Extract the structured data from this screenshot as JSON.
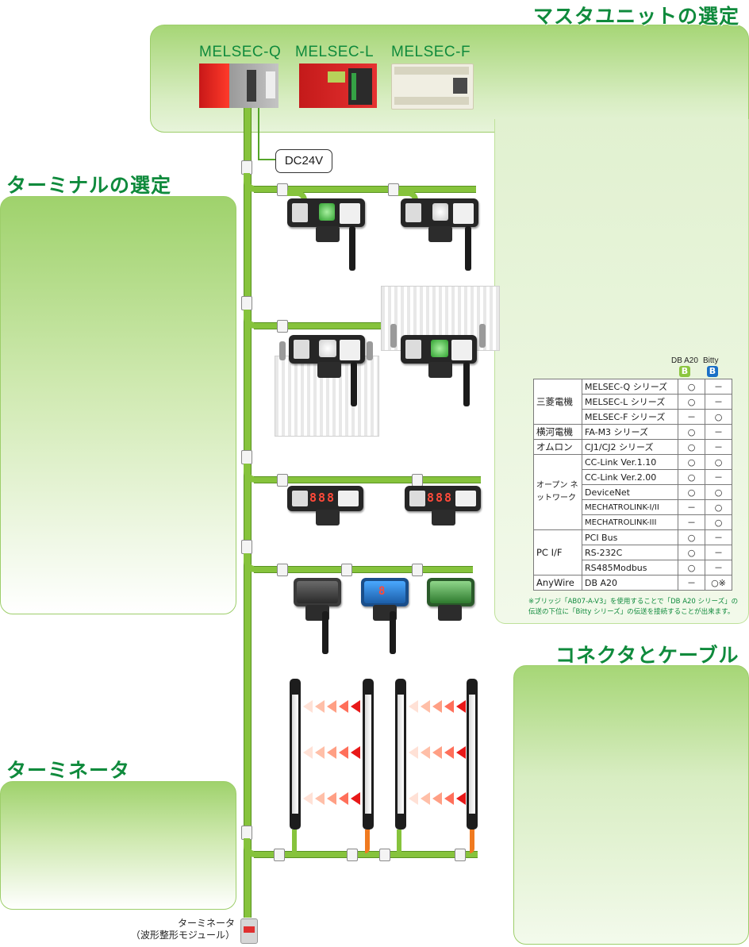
{
  "titles": {
    "master": "マスタユニットの選定",
    "terminal": "ターミナルの選定",
    "connector": "コネクタとケーブル",
    "terminator": "ターミネータ"
  },
  "plcs": [
    {
      "label": "MELSEC-Q"
    },
    {
      "label": "MELSEC-L"
    },
    {
      "label": "MELSEC-F"
    }
  ],
  "power": {
    "label": "DC24V"
  },
  "compat_table": {
    "headers": [
      "DB A20",
      "Bitty"
    ],
    "badge_letters": [
      "B",
      "B"
    ],
    "badge_colors": [
      "#8cc63f",
      "#1a6fc6"
    ],
    "rows": [
      {
        "maker": "三菱電機",
        "product": "MELSEC-Q シリーズ",
        "dba20": "○",
        "bitty": "－"
      },
      {
        "maker": "",
        "product": "MELSEC-L シリーズ",
        "dba20": "○",
        "bitty": "－"
      },
      {
        "maker": "",
        "product": "MELSEC-F シリーズ",
        "dba20": "－",
        "bitty": "○"
      },
      {
        "maker": "横河電機",
        "product": "FA-M3 シリーズ",
        "dba20": "○",
        "bitty": "－"
      },
      {
        "maker": "オムロン",
        "product": "CJ1/CJ2 シリーズ",
        "dba20": "○",
        "bitty": "－"
      },
      {
        "maker": "",
        "product": "CC-Link Ver.1.10",
        "dba20": "○",
        "bitty": "○"
      },
      {
        "maker": "オープン ネットワーク",
        "product": "CC-Link Ver.2.00",
        "dba20": "○",
        "bitty": "－"
      },
      {
        "maker": "",
        "product": "DeviceNet",
        "dba20": "○",
        "bitty": "○"
      },
      {
        "maker": "",
        "product": "MECHATROLINK-I/II",
        "dba20": "－",
        "bitty": "○"
      },
      {
        "maker": "",
        "product": "MECHATROLINK-III",
        "dba20": "－",
        "bitty": "○"
      },
      {
        "maker": "",
        "product": "PCI Bus",
        "dba20": "○",
        "bitty": "－"
      },
      {
        "maker": "PC I/F",
        "product": "RS-232C",
        "dba20": "○",
        "bitty": "－"
      },
      {
        "maker": "",
        "product": "RS485Modbus",
        "dba20": "○",
        "bitty": "－"
      },
      {
        "maker": "AnyWire",
        "product": "DB A20",
        "dba20": "－",
        "bitty": "○※"
      }
    ],
    "note_line1": "※ブリッジ「AB07-A-V3」を使用することで「DB A20 シリーズ」の",
    "note_line2": "伝送の下位に「Bitty シリーズ」の伝送を接続することが出来ます。"
  },
  "terminator": {
    "label_line1": "ターミネータ",
    "label_line2": "（波形整形モジュール）"
  },
  "display_digits": "888",
  "display_digit_small": "8"
}
